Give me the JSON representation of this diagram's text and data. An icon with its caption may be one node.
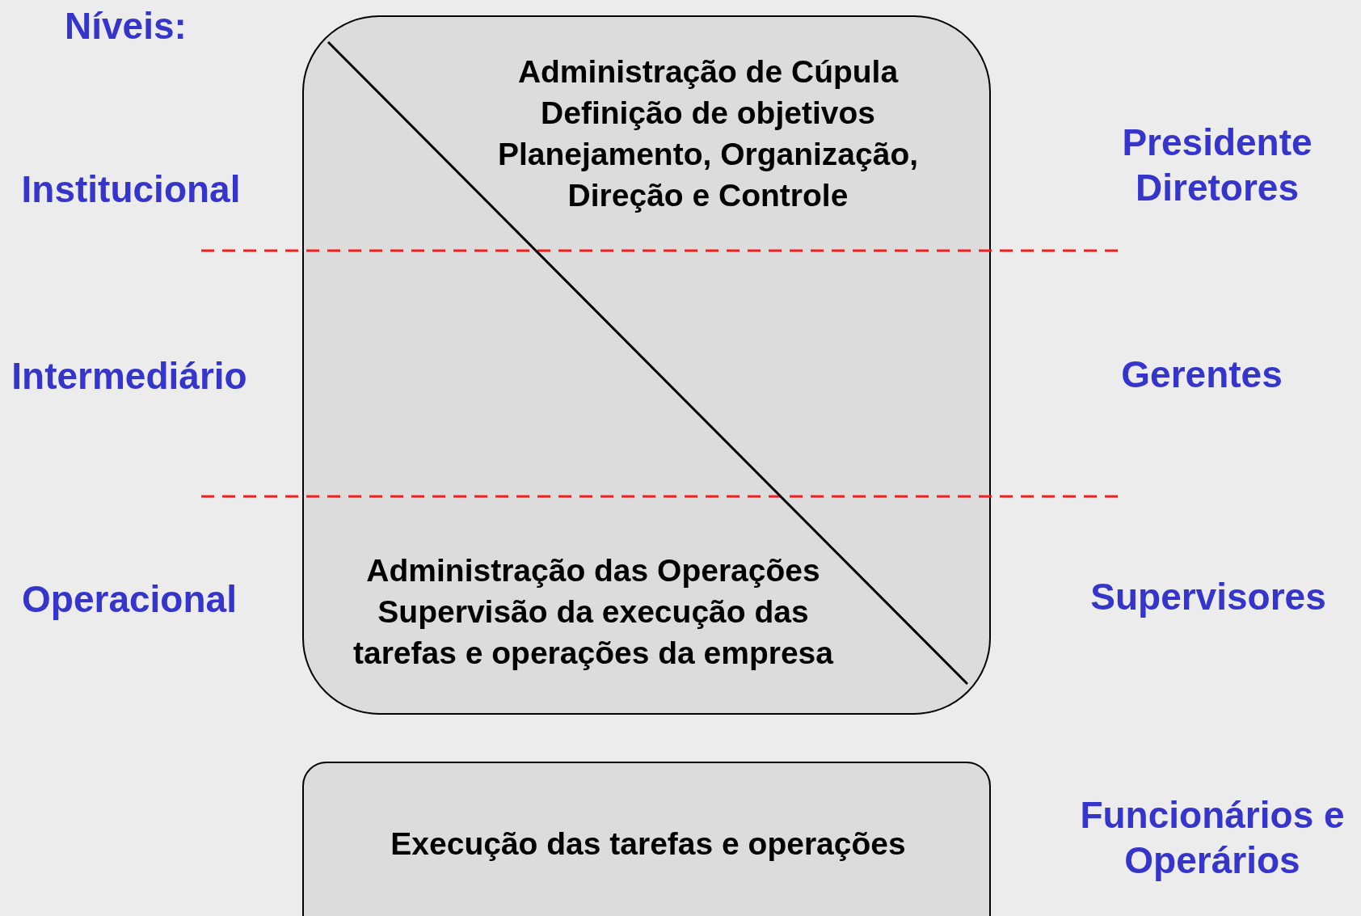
{
  "diagram": {
    "nodes": [
      {
        "text": [
          "Administração de Cúpula",
          "Definição de objetivos",
          "Planejamento, Organização, Direção e Controle",
          "Administração das Operações",
          "Supervisão da execução das tarefas e operações da empresa"
        ]
      },
      {
        "text": [
          "Execução das tarefas e operações"
        ]
      }
    ],
    "edges": [],
    "labels": [
      "Níveis:",
      "Institucional",
      "Presidente Diretores",
      "Intermediário",
      "Gerentes",
      "Operacional",
      "Supervisores",
      "Funcionários e Operários"
    ]
  }
}
